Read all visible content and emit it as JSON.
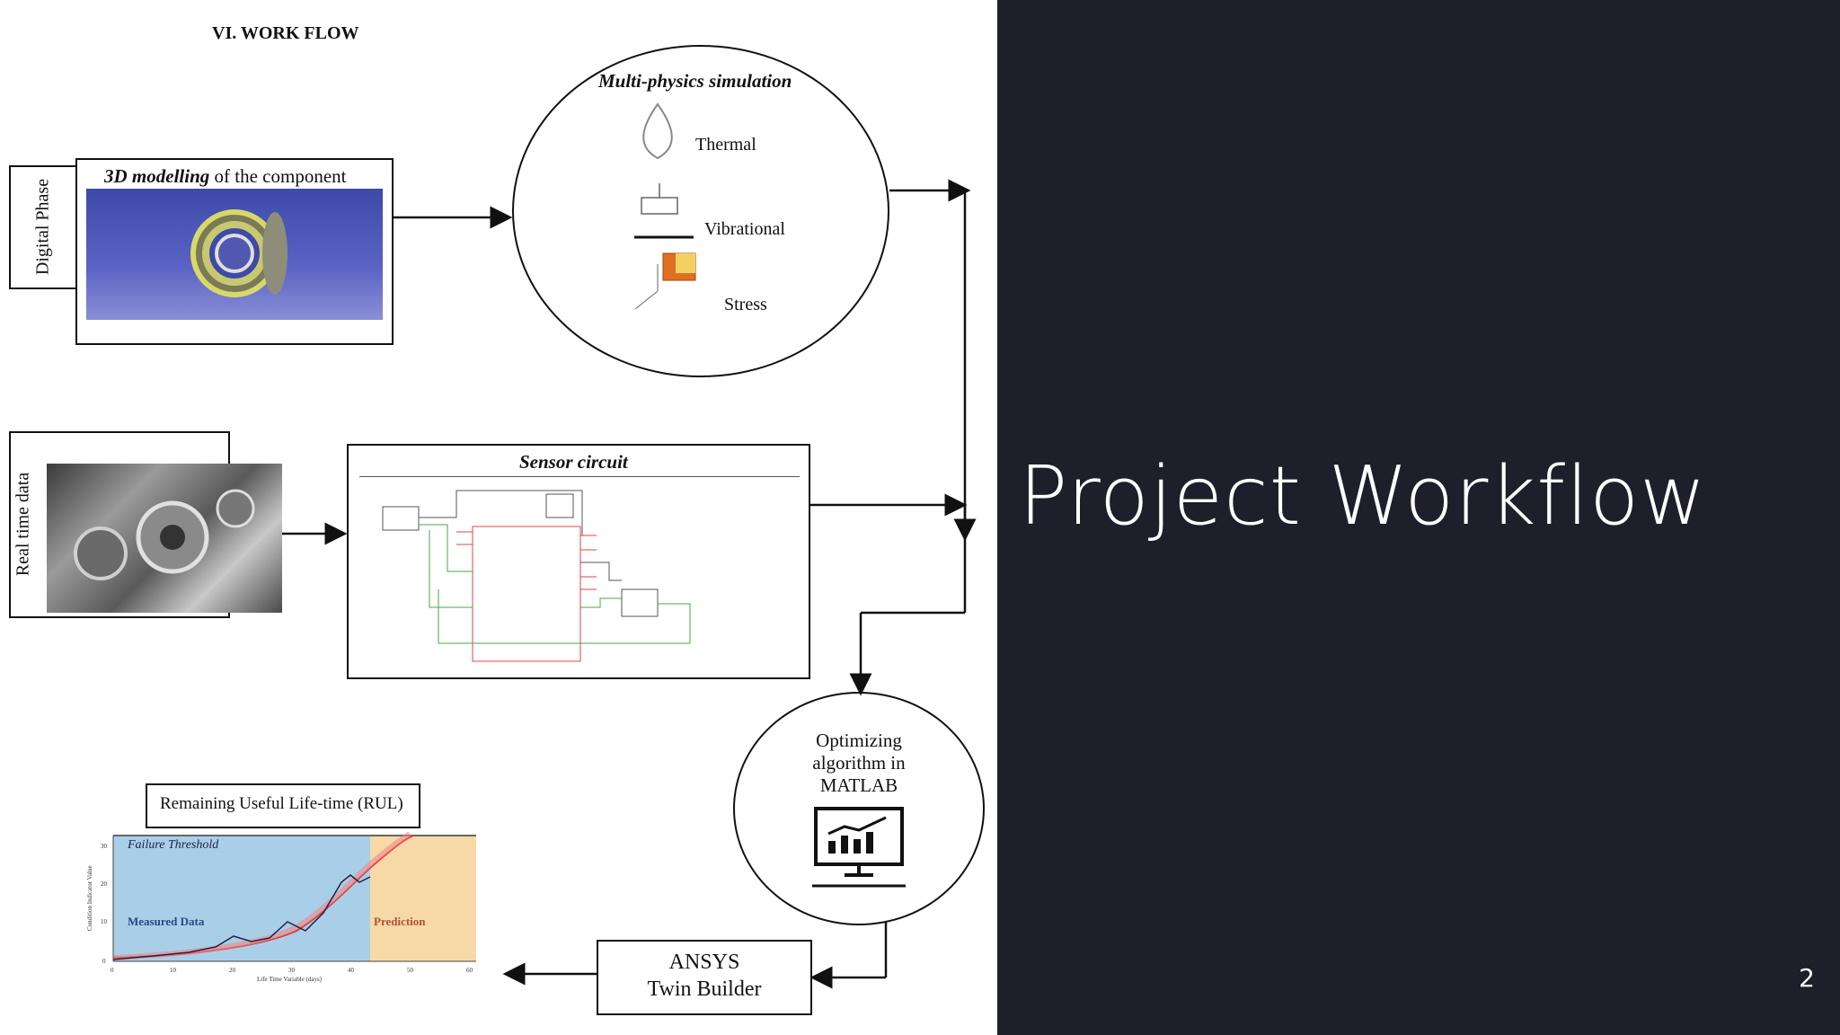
{
  "diagram": {
    "heading": "VI.  WORK FLOW",
    "digital_phase_label": "Digital Phase",
    "modelling_title_em": "3D modelling",
    "modelling_title_rest": " of the component",
    "simulation_title": "Multi-physics simulation",
    "simulation_items": [
      "Thermal",
      "Vibrational",
      "Stress"
    ],
    "realtime_label": "Real time data",
    "sensor_title": "Sensor circuit",
    "matlab_lines": [
      "Optimizing",
      "algorithm in",
      "MATLAB"
    ],
    "ansys_lines": [
      "ANSYS",
      "Twin Builder"
    ],
    "rul_title": "Remaining Useful Life-time (RUL)",
    "rul_chart": {
      "failure_label": "Failure Threshold",
      "measured_label": "Measured Data",
      "prediction_label": "Prediction",
      "ylabel": "Condition Indicator Value",
      "xlabel": "Life Time Variable (days)",
      "x_ticks": [
        "0",
        "10",
        "20",
        "30",
        "40",
        "50",
        "60"
      ],
      "y_ticks": [
        "0",
        "10",
        "20",
        "30"
      ]
    }
  },
  "slide": {
    "title": "Project Workflow",
    "page_number": "2"
  },
  "colors": {
    "dark_bg": "#1e1f2b",
    "measured_fill": "#a9cfe8",
    "prediction_fill": "#f6d9a6"
  }
}
